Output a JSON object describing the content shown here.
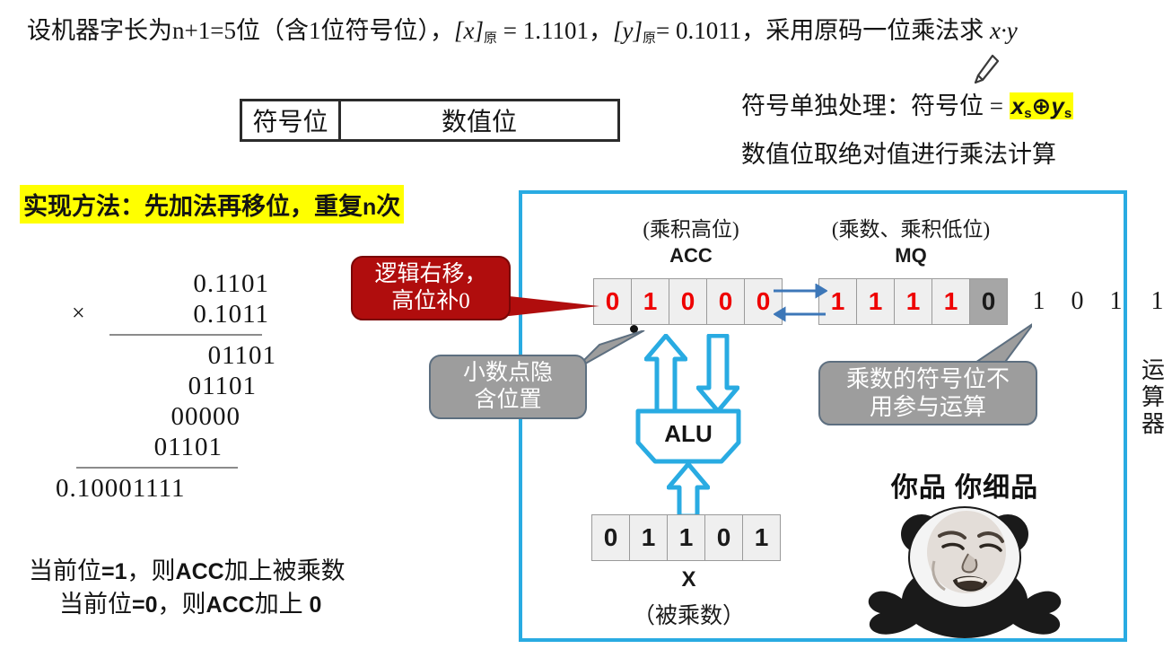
{
  "problem": {
    "line1_a": "设机器字长为",
    "line1_b": "n+1=5",
    "line1_c": "位（含",
    "line1_d": "1",
    "line1_e": "位符号位），",
    "line1_x": "[x]",
    "line1_x_sub": "原",
    "line1_x_val": " = 1.1101，",
    "line1_y": "[y]",
    "line1_y_sub": "原",
    "line1_y_val": "= 0.1011，采用原码一位乘法求 ",
    "line1_tail": "x·y"
  },
  "pencil_cursor": "pencil-icon",
  "bit_table": {
    "sign_label": "符号位",
    "value_label": "数值位"
  },
  "notes": {
    "sign_note_prefix": "符号单独处理：符号位 = ",
    "sign_formula_x": "x",
    "sign_formula_x_sub": "s",
    "sign_formula_op": "⊕",
    "sign_formula_y": "y",
    "sign_formula_y_sub": "s",
    "abs_note": "数值位取绝对值进行乘法计算",
    "highlight_color": "#ffff00"
  },
  "method": {
    "prefix": "实现方法：先加法再移位，重复",
    "n": "n",
    "suffix": "次",
    "highlight_color": "#ffff00"
  },
  "long_multiplication": {
    "multiplicand": "0.1101",
    "times_symbol": "×",
    "multiplier": "0.1011",
    "partials": [
      "01101",
      "01101",
      "00000",
      "01101"
    ],
    "result": "0.10001111"
  },
  "rules": {
    "line1_a": "当前位",
    "line1_b": "=1",
    "line1_c": "，则",
    "line1_d": "ACC",
    "line1_e": "加上被乘数",
    "line2_a": "当前位",
    "line2_b": "=0",
    "line2_c": "，则",
    "line2_d": "ACC",
    "line2_e": "加上 ",
    "line2_f": "0"
  },
  "panel": {
    "border_color": "#29ABE2",
    "acc": {
      "caption": "(乘积高位)",
      "name": "ACC",
      "bits": [
        "0",
        "1",
        "0",
        "0",
        "0"
      ],
      "bit_color": "#ee0000"
    },
    "mq": {
      "caption": "(乘数、乘积低位)",
      "name": "MQ",
      "bits": [
        "1",
        "1",
        "1",
        "1"
      ],
      "bit_color": "#ee0000",
      "shaded_bit": "0",
      "shaded_color": "#a6a6a6",
      "tail_bits": [
        "1",
        "0",
        "1"
      ],
      "far_bit": "1"
    },
    "alu": {
      "label": "ALU"
    },
    "x_register": {
      "bits": [
        "0",
        "1",
        "1",
        "0",
        "1"
      ],
      "name": "X",
      "caption": "（被乘数）"
    }
  },
  "callouts": {
    "shift_right": {
      "line1": "逻辑右移，",
      "line2": "高位补0",
      "color": "#b00d0d"
    },
    "binary_point": {
      "line1": "小数点隐",
      "line2": "含位置",
      "color": "#9d9d9d"
    },
    "sign_not_used": {
      "line1": "乘数的符号位不",
      "line2": "用参与运算",
      "color": "#9d9d9d"
    }
  },
  "meme": {
    "text": "你品 你细品",
    "image": "panda-meme-image"
  },
  "vertical_label": {
    "chars": [
      "运",
      "算",
      "器"
    ]
  }
}
